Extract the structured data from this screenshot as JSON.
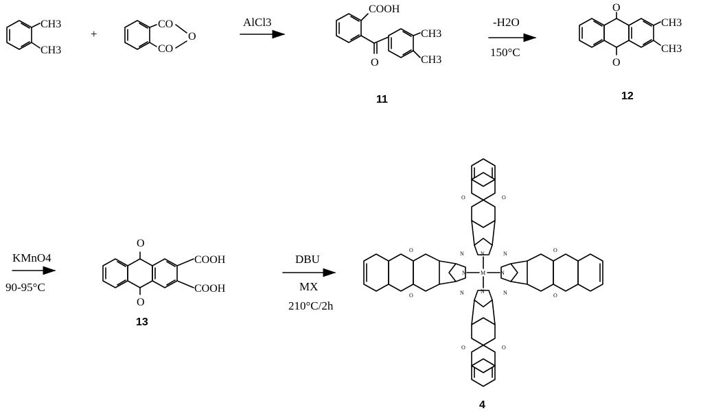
{
  "compounds": {
    "c11": "11",
    "c12": "12",
    "c13": "13",
    "c4": "4"
  },
  "groups": {
    "ch3": "CH3",
    "co": "CO",
    "o": "O",
    "cooh": "COOH",
    "n": "N",
    "m": "M"
  },
  "operators": {
    "plus": "+"
  },
  "arrows": {
    "step1": {
      "above": "AlCl3",
      "below": ""
    },
    "step2": {
      "above": "-H2O",
      "below": "150°C"
    },
    "step3": {
      "above": "KMnO4",
      "below": "90-95°C"
    },
    "step4": {
      "above": "DBU",
      "below": "MX",
      "below2": "210°C/2h"
    }
  }
}
